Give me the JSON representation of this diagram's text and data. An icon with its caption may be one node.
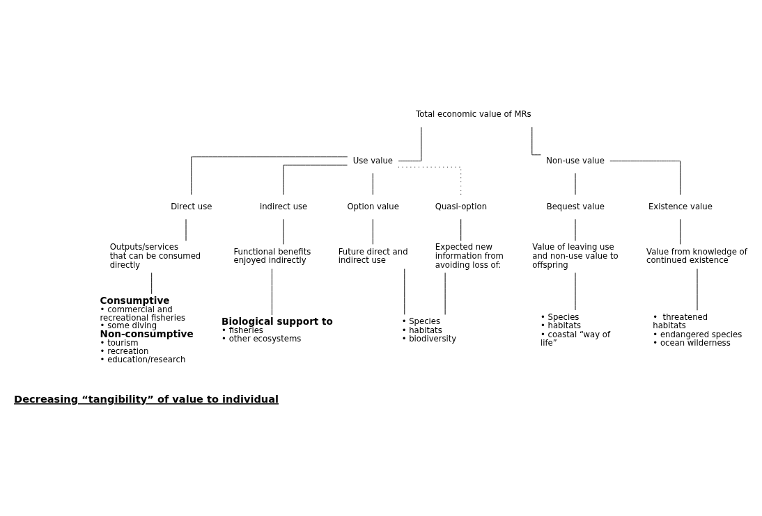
{
  "diagram": {
    "nodes": [
      {
        "text": [
          "Total economic value of MRs"
        ]
      },
      {
        "text": [
          "Use value"
        ]
      },
      {
        "text": [
          "Non-use value"
        ]
      },
      {
        "text": [
          "Direct use"
        ]
      },
      {
        "text": [
          "indirect use"
        ]
      },
      {
        "text": [
          "Option value"
        ]
      },
      {
        "text": [
          "Quasi-option"
        ]
      },
      {
        "text": [
          "Bequest value"
        ]
      },
      {
        "text": [
          "Existence value"
        ]
      },
      {
        "text": [
          "Outputs/services that can be consumed directly"
        ]
      },
      {
        "text": [
          "Functional benefits enjoyed indirectly"
        ]
      },
      {
        "text": [
          "Future direct and indirect use"
        ]
      },
      {
        "text": [
          "Expected new information from avoiding loss of:"
        ]
      },
      {
        "text": [
          "Value of leaving use and non-use value to offspring"
        ]
      },
      {
        "text": [
          "Value from knowledge of continued existence"
        ]
      },
      {
        "text": [
          "Consumptive",
          "• commercial and recreational fisheries",
          "• some diving",
          "Non-consumptive",
          "• tourism",
          "• recreation",
          "• education/research"
        ]
      },
      {
        "text": [
          "Biological support to",
          "• fisheries",
          "• other ecosystems"
        ]
      },
      {
        "text": [
          "• Species",
          "• habitats",
          "• biodiversity"
        ]
      },
      {
        "text": [
          "• Species",
          "• habitats",
          "• coastal “way of life”"
        ]
      },
      {
        "text": [
          "•  threatened habitats",
          "• endangered species",
          "• ocean wilderness"
        ]
      }
    ],
    "edges": [
      {
        "from": 0,
        "to": 1,
        "arrow": "none"
      },
      {
        "from": 0,
        "to": 2,
        "arrow": "none"
      },
      {
        "from": 1,
        "to": 3,
        "arrow": "none"
      },
      {
        "from": 1,
        "to": 4,
        "arrow": "none"
      },
      {
        "from": 1,
        "to": 5,
        "arrow": "none"
      },
      {
        "from": 1,
        "to": 6,
        "arrow": "none",
        "style": "dashed"
      },
      {
        "from": 2,
        "to": 7,
        "arrow": "none"
      },
      {
        "from": 2,
        "to": 8,
        "arrow": "none"
      },
      {
        "from": 3,
        "to": 9,
        "arrow": "none"
      },
      {
        "from": 4,
        "to": 10,
        "arrow": "none"
      },
      {
        "from": 5,
        "to": 11,
        "arrow": "none"
      },
      {
        "from": 6,
        "to": 12,
        "arrow": "none"
      },
      {
        "from": 7,
        "to": 13,
        "arrow": "none"
      },
      {
        "from": 8,
        "to": 14,
        "arrow": "none"
      },
      {
        "from": 9,
        "to": 15,
        "arrow": "none"
      },
      {
        "from": 10,
        "to": 16,
        "arrow": "none"
      },
      {
        "from": 11,
        "to": 17,
        "arrow": "none"
      },
      {
        "from": 12,
        "to": 17,
        "arrow": "none"
      },
      {
        "from": 13,
        "to": 18,
        "arrow": "none"
      },
      {
        "from": 14,
        "to": 19,
        "arrow": "none"
      }
    ],
    "labels": [
      "Decreasing “tangibility” of value to individual"
    ]
  }
}
